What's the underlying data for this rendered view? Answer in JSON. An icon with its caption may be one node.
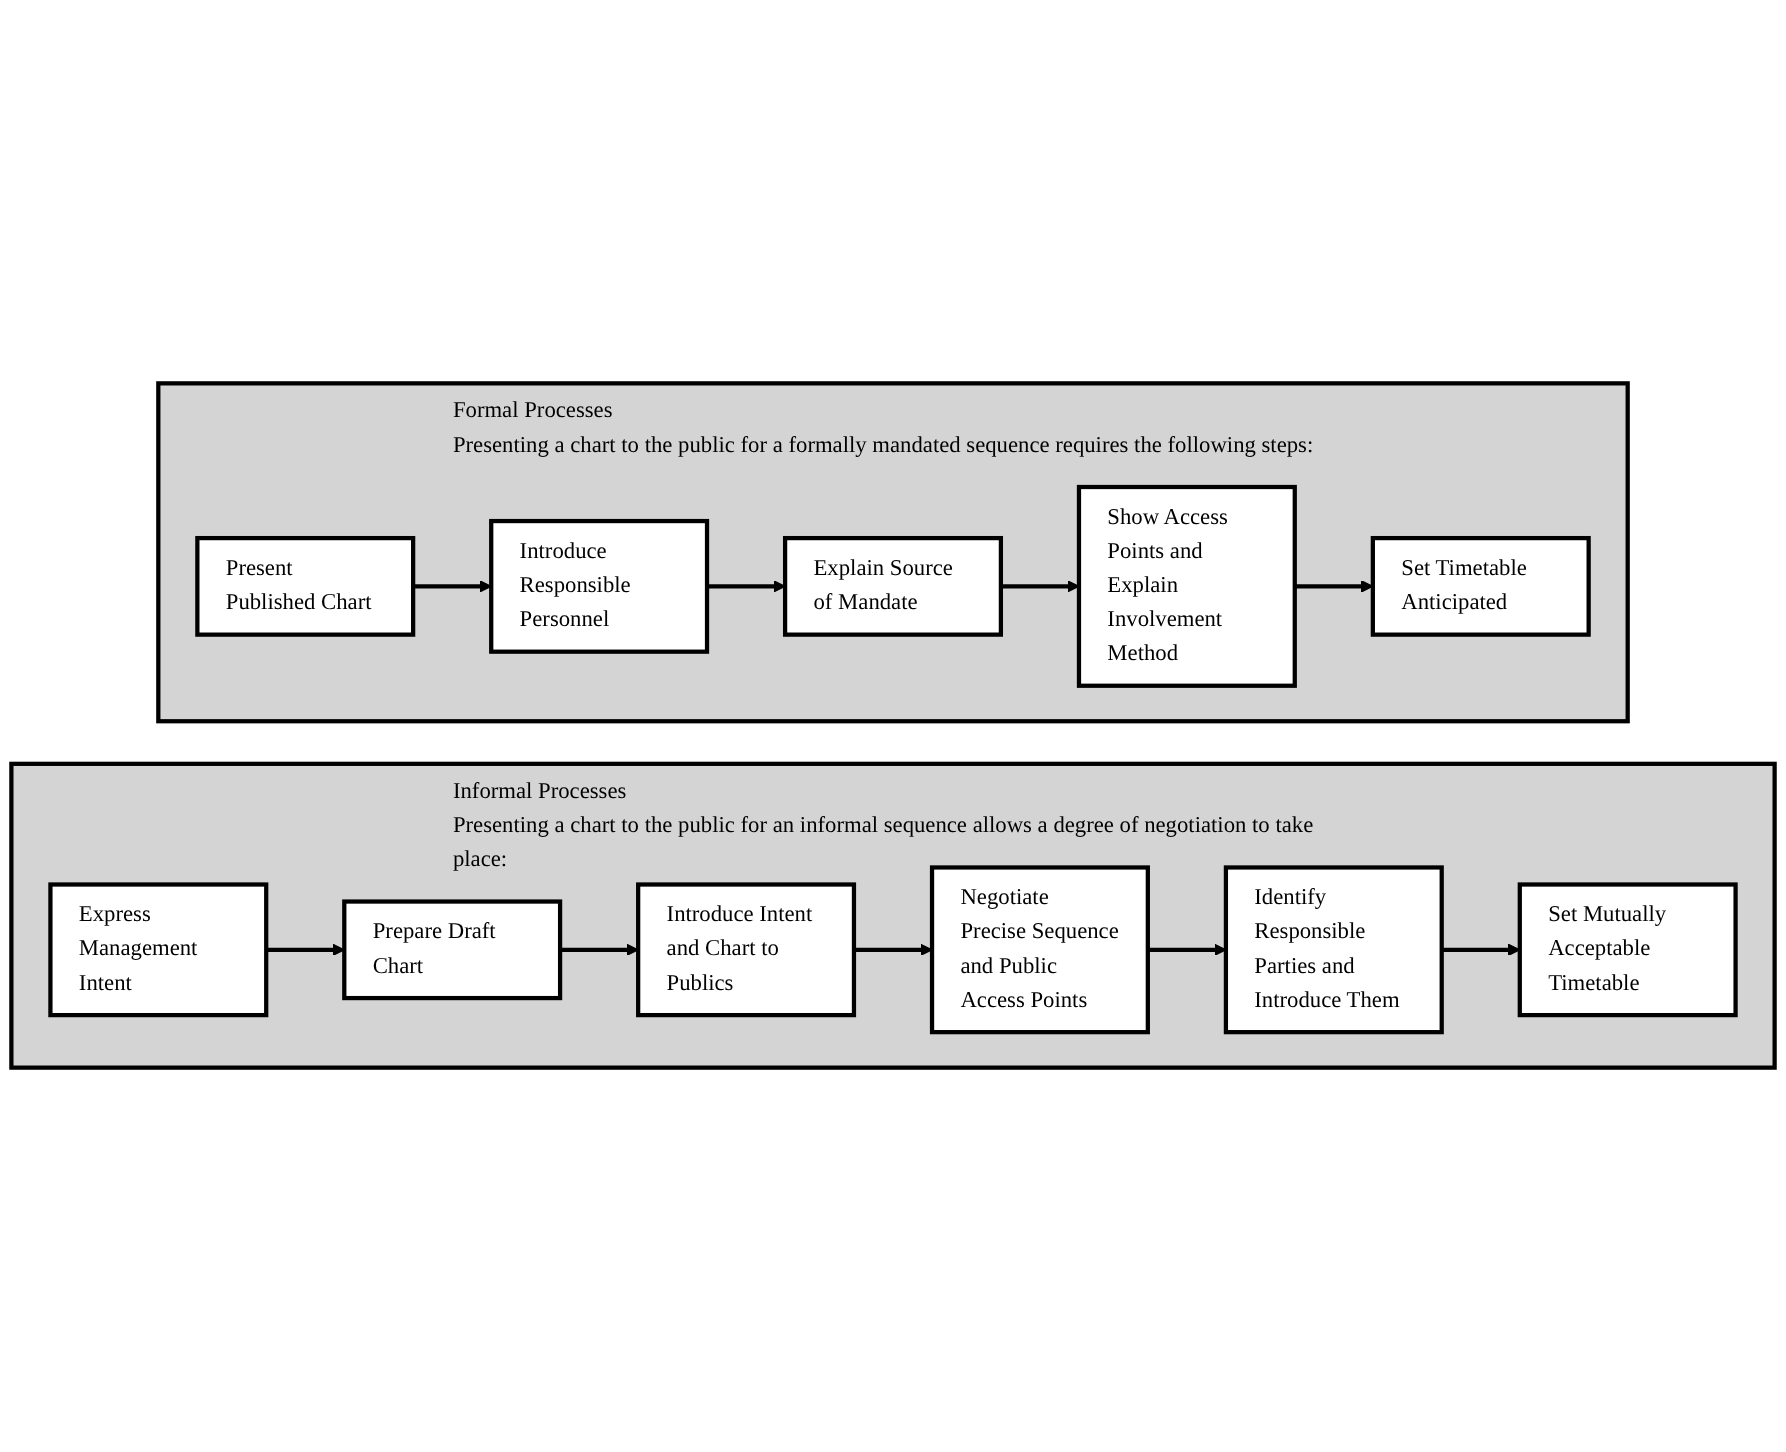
{
  "diagram": {
    "nodes": [
      {
        "text": [
          "Formal Processes",
          "Presenting a chart to the public for a formally mandated sequence requires the following steps:"
        ]
      },
      {
        "text": [
          "Present Published Chart"
        ],
        "in": 0
      },
      {
        "text": [
          "Introduce Responsible Personnel"
        ],
        "in": 0
      },
      {
        "text": [
          "Explain Source of Mandate"
        ],
        "in": 0
      },
      {
        "text": [
          "Show Access Points and Explain Involvement Method"
        ],
        "in": 0
      },
      {
        "text": [
          "Set Timetable Anticipated"
        ],
        "in": 0
      },
      {
        "text": [
          "Informal Processes",
          "Presenting a chart to the public for an informal sequence allows a degree of negotiation to take place:"
        ]
      },
      {
        "text": [
          "Express Management Intent"
        ],
        "in": 6
      },
      {
        "text": [
          "Prepare Draft Chart"
        ],
        "in": 6
      },
      {
        "text": [
          "Introduce Intent and Chart to Publics"
        ],
        "in": 6
      },
      {
        "text": [
          "Negotiate Precise Sequence and Public Access Points"
        ],
        "in": 6
      },
      {
        "text": [
          "Identify Responsible Parties and Introduce Them"
        ],
        "in": 6
      },
      {
        "text": [
          "Set Mutually Acceptable Timetable"
        ],
        "in": 6
      }
    ],
    "edges": [
      {
        "from": 1,
        "to": 2,
        "arrow": "to"
      },
      {
        "from": 2,
        "to": 3,
        "arrow": "to"
      },
      {
        "from": 3,
        "to": 4,
        "arrow": "to"
      },
      {
        "from": 4,
        "to": 5,
        "arrow": "to"
      },
      {
        "from": 7,
        "to": 8,
        "arrow": "to"
      },
      {
        "from": 8,
        "to": 9,
        "arrow": "to"
      },
      {
        "from": 9,
        "to": 10,
        "arrow": "to"
      },
      {
        "from": 10,
        "to": 11,
        "arrow": "to"
      },
      {
        "from": 11,
        "to": 12,
        "arrow": "to"
      }
    ]
  }
}
